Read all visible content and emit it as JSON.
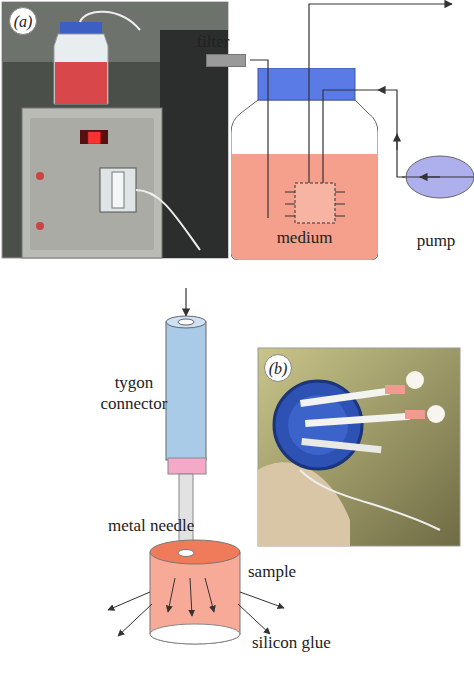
{
  "diagram": {
    "nodes": [
      {
        "text": [
          "filter"
        ]
      },
      {
        "text": [
          "medium"
        ]
      },
      {
        "text": [
          "pump"
        ]
      }
    ],
    "edges": [
      {
        "from": 0,
        "to": 1,
        "arrow": "none"
      },
      {
        "from": 2,
        "to": 1,
        "arrow": "to"
      }
    ],
    "labels": [
      "(a)",
      "tygon connector",
      "metal needle",
      "sample",
      "silicon glue",
      "(b)"
    ]
  }
}
